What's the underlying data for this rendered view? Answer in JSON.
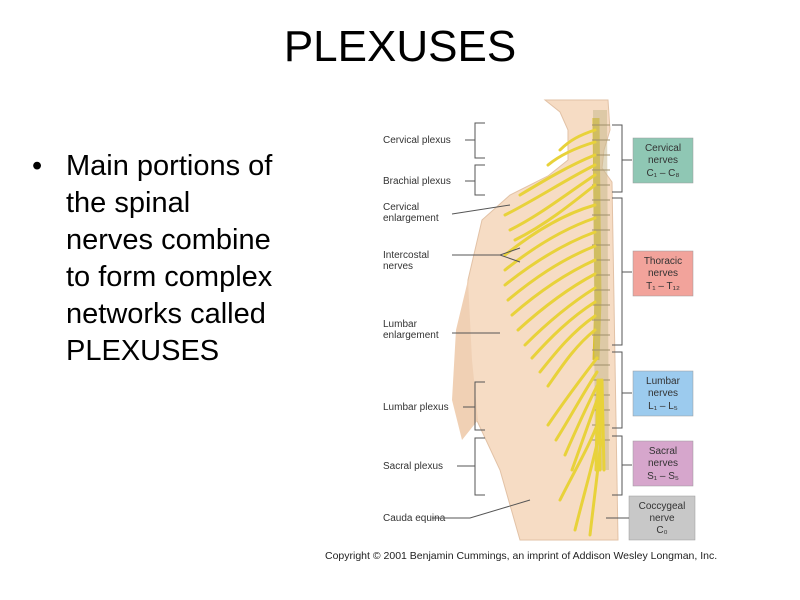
{
  "title": "PLEXUSES",
  "bullet": {
    "marker": "•",
    "lines": [
      "Main portions of",
      "the spinal",
      "nerves combine",
      "to form complex",
      "networks called",
      "PLEXUSES"
    ]
  },
  "diagram": {
    "left_labels": {
      "cervical_plexus": "Cervical plexus",
      "brachial_plexus": "Brachial plexus",
      "cervical_enlargement": [
        "Cervical",
        "enlargement"
      ],
      "intercostal_nerves": [
        "Intercostal",
        "nerves"
      ],
      "lumbar_enlargement": [
        "Lumbar",
        "enlargement"
      ],
      "lumbar_plexus": "Lumbar plexus",
      "sacral_plexus": "Sacral plexus",
      "cauda_equina": "Cauda equina"
    },
    "regions": {
      "cervical": [
        "Cervical",
        "nerves",
        "C₁ – C₈"
      ],
      "thoracic": [
        "Thoracic",
        "nerves",
        "T₁ – T₁₂"
      ],
      "lumbar": [
        "Lumbar",
        "nerves",
        "L₁ – L₅"
      ],
      "sacral": [
        "Sacral",
        "nerves",
        "S₁ – S₅"
      ],
      "coccygeal": [
        "Coccygeal",
        "nerve",
        "C₀"
      ]
    },
    "colors": {
      "cervical": "#8fc7b4",
      "thoracic": "#f2a39b",
      "lumbar": "#9ccbee",
      "sacral": "#d6a6cc",
      "coccygeal": "#c8c8c8",
      "nerve": "#e8d23a",
      "skin": "#f6dcc4"
    }
  },
  "copyright": "Copyright © 2001 Benjamin Cummings, an imprint of Addison Wesley Longman, Inc."
}
